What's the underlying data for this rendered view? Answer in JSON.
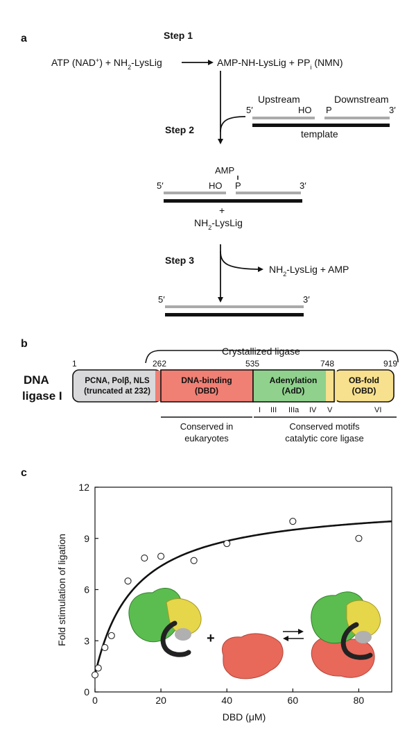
{
  "panel_a": {
    "label": "a",
    "step1": "Step 1",
    "step2": "Step 2",
    "step3": "Step 3",
    "reaction_left_pre": "ATP (NAD",
    "reaction_left_sup": "+",
    "reaction_left_post": ") + NH",
    "reaction_left_sub": "2",
    "reaction_left_end": "-LysLig",
    "reaction_right_pre": "AMP-NH-LysLig + PP",
    "reaction_right_sub": "i",
    "reaction_right_end": " (NMN)",
    "upstream": "Upstream",
    "downstream": "Downstream",
    "five_prime": "5′",
    "three_prime": "3′",
    "ho": "HO",
    "p": "P",
    "template": "template",
    "amp": "AMP",
    "plus": "+",
    "nh2_pre": "NH",
    "nh2_sub": "2",
    "nh2_post": "-LysLig",
    "product_pre": "NH",
    "product_sub": "2",
    "product_post": "-LysLig + AMP"
  },
  "panel_b": {
    "label": "b",
    "crystallized": "Crystallized ligase",
    "protein_line1": "DNA",
    "protein_line2": "ligase I",
    "residues": [
      "1",
      "262",
      "535",
      "748",
      "919"
    ],
    "domains": [
      {
        "line1": "PCNA, Polβ, NLS",
        "line2": "(truncated at 232)",
        "color": "#d9d9db"
      },
      {
        "line1": "DNA-binding",
        "line2": "(DBD)",
        "color": "#f07f74"
      },
      {
        "line1": "Adenylation",
        "line2": "(AdD)",
        "color": "#8fd18d"
      },
      {
        "line1": "OB-fold",
        "line2": "(OBD)",
        "color": "#f7e08e"
      }
    ],
    "motifs": [
      "I",
      "III",
      "IIIa",
      "IV",
      "V",
      "VI"
    ],
    "conserved_left_1": "Conserved in",
    "conserved_left_2": "eukaryotes",
    "conserved_right_1": "Conserved motifs",
    "conserved_right_2": "catalytic core ligase"
  },
  "panel_c": {
    "label": "c",
    "equation_plus": "+",
    "molecule_colors": {
      "adenylation": "#5bbd4f",
      "obfold": "#e6d64a",
      "dbd": "#e8685a",
      "dna": "#222222"
    }
  },
  "chart_data": {
    "type": "scatter",
    "xlabel": "DBD (μM)",
    "ylabel": "Fold stimulation of ligation",
    "xlim": [
      0,
      90
    ],
    "ylim": [
      0,
      12
    ],
    "xticks": [
      0,
      20,
      40,
      60,
      80
    ],
    "yticks": [
      0,
      3,
      6,
      9,
      12
    ],
    "points": [
      {
        "x": 0,
        "y": 1.0
      },
      {
        "x": 1,
        "y": 1.4
      },
      {
        "x": 3,
        "y": 2.6
      },
      {
        "x": 5,
        "y": 3.3
      },
      {
        "x": 10,
        "y": 6.5
      },
      {
        "x": 15,
        "y": 7.85
      },
      {
        "x": 20,
        "y": 7.95
      },
      {
        "x": 30,
        "y": 7.7
      },
      {
        "x": 40,
        "y": 8.7
      },
      {
        "x": 60,
        "y": 10.0
      },
      {
        "x": 80,
        "y": 9.0
      }
    ],
    "fit": {
      "model": "hyperbolic",
      "y0": 1.0,
      "ymax_increase": 10.2,
      "kd": 12
    }
  }
}
